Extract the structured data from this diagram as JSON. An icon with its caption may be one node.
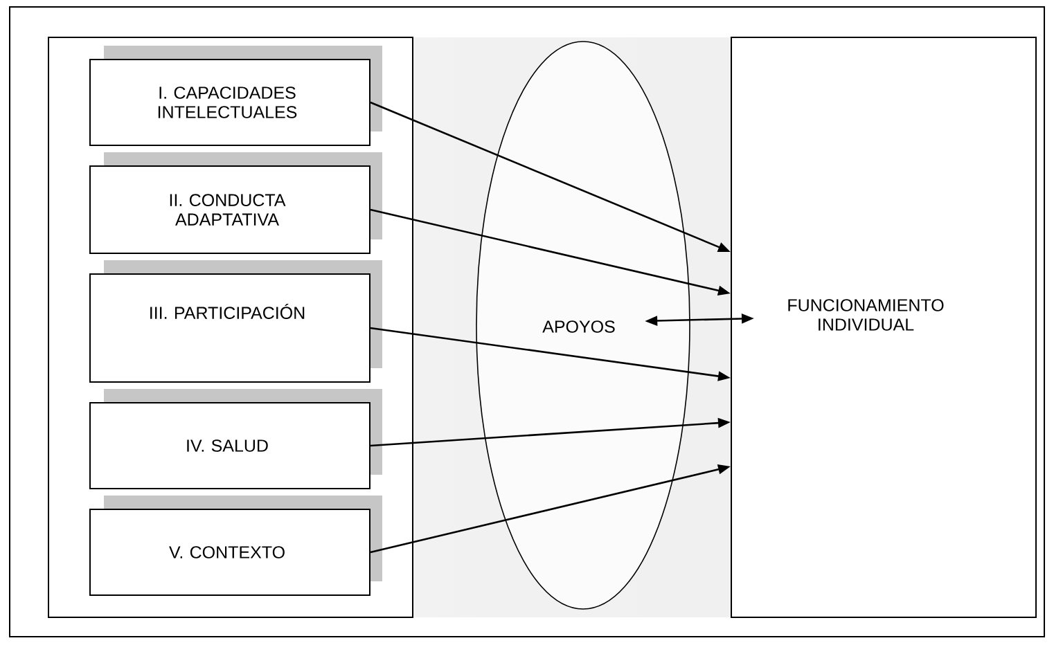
{
  "diagram": {
    "nodes": [
      {
        "text": [],
        "shape": "box"
      },
      {
        "text": [
          "I. CAPACIDADES INTELECTUALES"
        ],
        "in": 0
      },
      {
        "text": [
          "II. CONDUCTA ADAPTATIVA"
        ],
        "in": 0
      },
      {
        "text": [
          "III. PARTICIPACIÓN"
        ],
        "in": 0
      },
      {
        "text": [
          "IV. SALUD"
        ],
        "in": 0
      },
      {
        "text": [
          "V. CONTEXTO"
        ],
        "in": 0
      },
      {
        "text": [
          "APOYOS"
        ]
      },
      {
        "text": [
          "FUNCIONAMIENTO INDIVIDUAL"
        ]
      }
    ],
    "edges": [
      {
        "from": 1,
        "to": 7,
        "arrow": "to"
      },
      {
        "from": 2,
        "to": 7,
        "arrow": "to"
      },
      {
        "from": 3,
        "to": 7,
        "arrow": "to"
      },
      {
        "from": 4,
        "to": 7,
        "arrow": "to"
      },
      {
        "from": 5,
        "to": 7,
        "arrow": "to"
      },
      {
        "from": 6,
        "to": 7,
        "arrow": "both"
      }
    ]
  }
}
